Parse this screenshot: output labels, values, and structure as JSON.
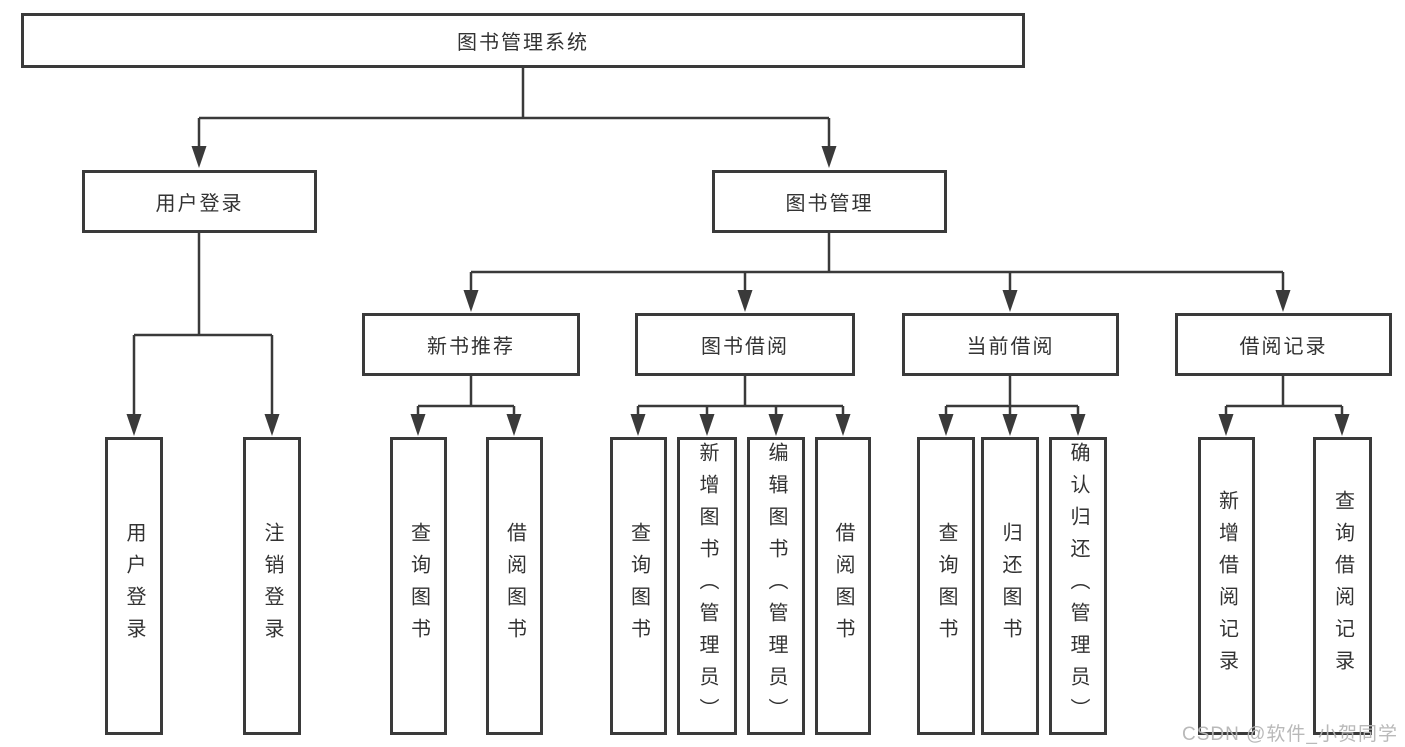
{
  "diagram": {
    "title": "图书管理系统",
    "type": "hierarchy-tree",
    "nodes": {
      "system": {
        "label": "图书管理系统",
        "level": 1
      },
      "user-login": {
        "label": "用户登录",
        "level": 2
      },
      "book-management": {
        "label": "图书管理",
        "level": 2
      },
      "new-book-recommend": {
        "label": "新书推荐",
        "level": 3
      },
      "book-borrowing": {
        "label": "图书借阅",
        "level": 3
      },
      "current-borrowing": {
        "label": "当前借阅",
        "level": 3
      },
      "borrowing-records": {
        "label": "借阅记录",
        "level": 3
      },
      "user-login-action": {
        "label": "用户登录",
        "level": 4
      },
      "logout-action": {
        "label": "注销登录",
        "level": 4
      },
      "nbr-query-books": {
        "label": "查询图书",
        "level": 4
      },
      "nbr-borrow-books": {
        "label": "借阅图书",
        "level": 4
      },
      "bb-query-books": {
        "label": "查询图书",
        "level": 4
      },
      "bb-add-books": {
        "label": "新增图书（管理员）",
        "level": 4
      },
      "bb-edit-books": {
        "label": "编辑图书（管理员）",
        "level": 4
      },
      "bb-borrow-books": {
        "label": "借阅图书",
        "level": 4
      },
      "cb-query-books": {
        "label": "查询图书",
        "level": 4
      },
      "cb-return-books": {
        "label": "归还图书",
        "level": 4
      },
      "cb-confirm-return": {
        "label": "确认归还（管理员）",
        "level": 4
      },
      "br-add-record": {
        "label": "新增借阅记录",
        "level": 4
      },
      "br-query-record": {
        "label": "查询借阅记录",
        "level": 4
      }
    },
    "edges": [
      [
        "system",
        "user-login"
      ],
      [
        "system",
        "book-management"
      ],
      [
        "user-login",
        "user-login-action"
      ],
      [
        "user-login",
        "logout-action"
      ],
      [
        "book-management",
        "new-book-recommend"
      ],
      [
        "book-management",
        "book-borrowing"
      ],
      [
        "book-management",
        "current-borrowing"
      ],
      [
        "book-management",
        "borrowing-records"
      ],
      [
        "new-book-recommend",
        "nbr-query-books"
      ],
      [
        "new-book-recommend",
        "nbr-borrow-books"
      ],
      [
        "book-borrowing",
        "bb-query-books"
      ],
      [
        "book-borrowing",
        "bb-add-books"
      ],
      [
        "book-borrowing",
        "bb-edit-books"
      ],
      [
        "book-borrowing",
        "bb-borrow-books"
      ],
      [
        "current-borrowing",
        "cb-query-books"
      ],
      [
        "current-borrowing",
        "cb-return-books"
      ],
      [
        "current-borrowing",
        "cb-confirm-return"
      ],
      [
        "borrowing-records",
        "br-add-record"
      ],
      [
        "borrowing-records",
        "br-query-record"
      ]
    ],
    "colors": {
      "line": "#3a3a3a",
      "box_border": "#3a3a3a",
      "box_fill": "#ffffff",
      "text": "#333333",
      "background": "#ffffff",
      "watermark": "#b6b6b6"
    }
  },
  "watermark": {
    "text": "CSDN @软件_小贺同学"
  }
}
